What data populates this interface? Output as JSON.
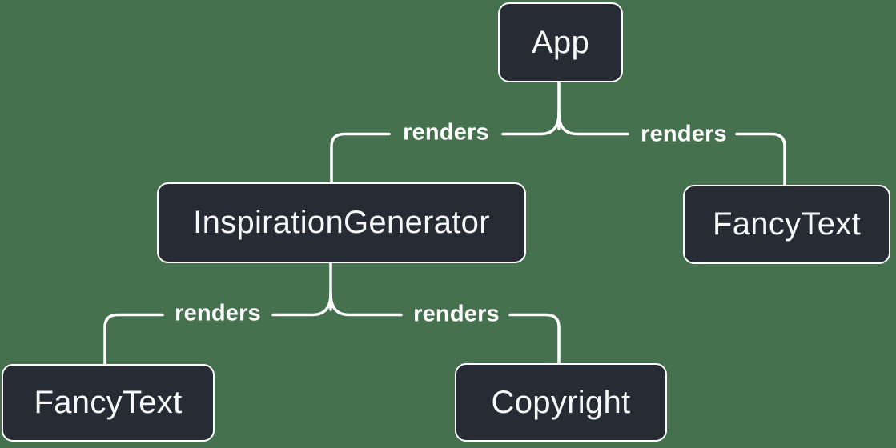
{
  "diagram": {
    "type": "render-tree",
    "colors": {
      "background": "#45714E",
      "node_fill": "#272C34",
      "node_border": "#FFFFFF",
      "node_text": "#F6F7F9",
      "connector": "#FFFFFF"
    },
    "nodes": {
      "app": {
        "label": "App"
      },
      "inspiration_generator": {
        "label": "InspirationGenerator"
      },
      "fancy_text_top": {
        "label": "FancyText"
      },
      "fancy_text_bottom": {
        "label": "FancyText"
      },
      "copyright": {
        "label": "Copyright"
      }
    },
    "edges": [
      {
        "from": "App",
        "to": "InspirationGenerator",
        "label": "renders"
      },
      {
        "from": "App",
        "to": "FancyText",
        "label": "renders"
      },
      {
        "from": "InspirationGenerator",
        "to": "FancyText",
        "label": "renders"
      },
      {
        "from": "InspirationGenerator",
        "to": "Copyright",
        "label": "renders"
      }
    ]
  }
}
